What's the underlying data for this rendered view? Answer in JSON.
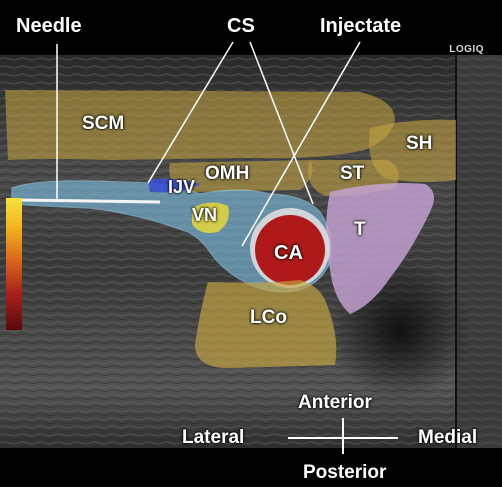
{
  "labels": {
    "needle": "Needle",
    "cs": "CS",
    "injectate": "Injectate",
    "brand": "LOGIQ",
    "scm": "SCM",
    "sh": "SH",
    "omh": "OMH",
    "st": "ST",
    "ijv": "IJV",
    "vn": "VN",
    "t": "T",
    "ca": "CA",
    "lco": "LCo",
    "anterior": "Anterior",
    "lateral": "Lateral",
    "medial": "Medial",
    "posterior": "Posterior"
  },
  "colors": {
    "muscle_overlay": "#c9a740",
    "injectate_overlay": "#7fc3e8",
    "thyroid_overlay": "#c9a6d8",
    "artery_fill": "#b01919",
    "vein_fill": "#3a4fd0",
    "nerve_fill": "#e6d63a"
  }
}
